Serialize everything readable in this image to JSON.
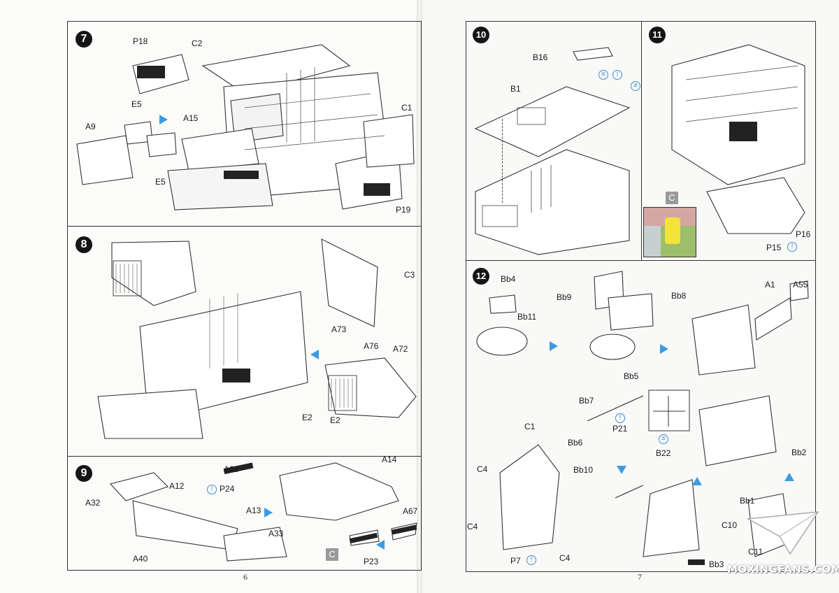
{
  "pages": {
    "left_number": "6",
    "right_number": "7"
  },
  "steps": {
    "s7": {
      "number": "7",
      "labels": [
        "P18",
        "C2",
        "E5",
        "A9",
        "A15",
        "C1",
        "E5",
        "P19"
      ]
    },
    "s8": {
      "number": "8",
      "labels": [
        "C3",
        "A73",
        "A76",
        "A72",
        "E2",
        "E2"
      ]
    },
    "s9": {
      "number": "9",
      "labels": [
        "A68",
        "P24",
        "A14",
        "A12",
        "A32",
        "A13",
        "A33",
        "A67",
        "A40",
        "P23"
      ],
      "badge": "C"
    },
    "s10": {
      "number": "10",
      "labels": [
        "B16",
        "B1"
      ]
    },
    "s11": {
      "number": "11",
      "labels": [
        "P16",
        "P15"
      ],
      "badge": "C"
    },
    "s12": {
      "number": "12",
      "labels": [
        "Bb4",
        "Bb11",
        "Bb9",
        "Bb8",
        "A1",
        "A55",
        "Bb5",
        "Bb7",
        "P21",
        "Bb6",
        "B22",
        "Bb2",
        "C1",
        "C4",
        "Bb10",
        "C4",
        "C4",
        "P7",
        "Bb1",
        "C10",
        "C11",
        "Bb3"
      ]
    }
  },
  "watermark": "MOXINGFANS.COM",
  "icons": {
    "part_info": "info-circle-icon",
    "glue": "glue-icon"
  },
  "colors": {
    "arrow": "#3d9be0",
    "badge": "#9a9a9a",
    "inset_green": "#9bbf6a",
    "inset_yellow": "#f2e23a"
  }
}
